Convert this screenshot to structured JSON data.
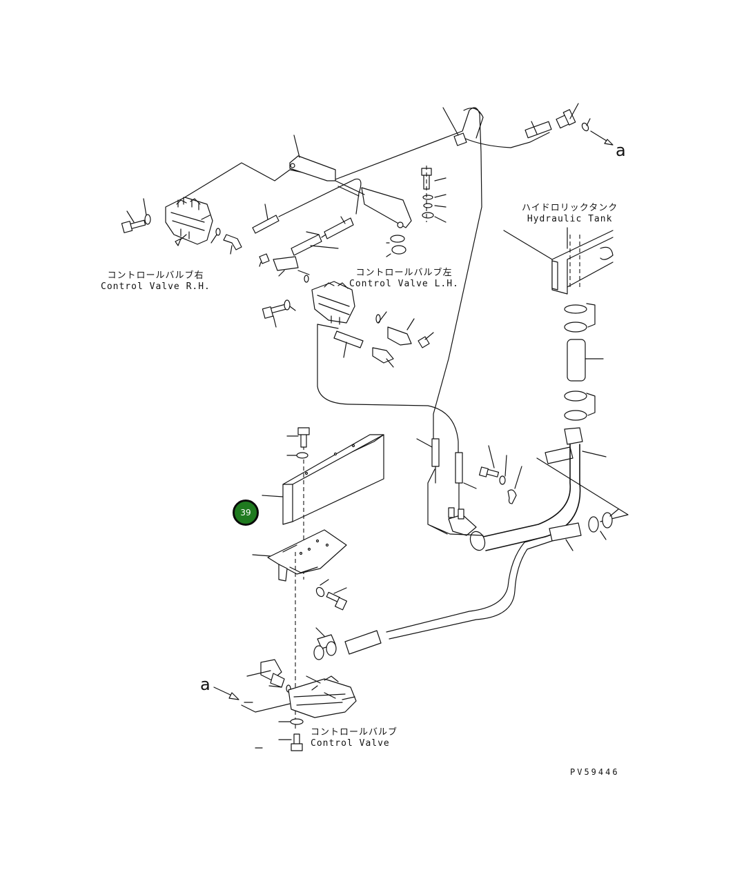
{
  "labels": {
    "control_valve_rh_jp": "コントロールバルブ右",
    "control_valve_rh_en": "Control Valve R.H.",
    "control_valve_lh_jp": "コントロールバルブ左",
    "control_valve_lh_en": "Control Valve L.H.",
    "hydraulic_tank_jp": "ハイドロリックタンク",
    "hydraulic_tank_en": "Hydraulic Tank",
    "control_valve_jp": "コントロールバルブ",
    "control_valve_en": "Control Valve",
    "connection_a_top": "a",
    "connection_a_bottom": "a"
  },
  "callout": {
    "number": "39",
    "color": "#1f7a1f"
  },
  "drawing_code": "PV59446"
}
